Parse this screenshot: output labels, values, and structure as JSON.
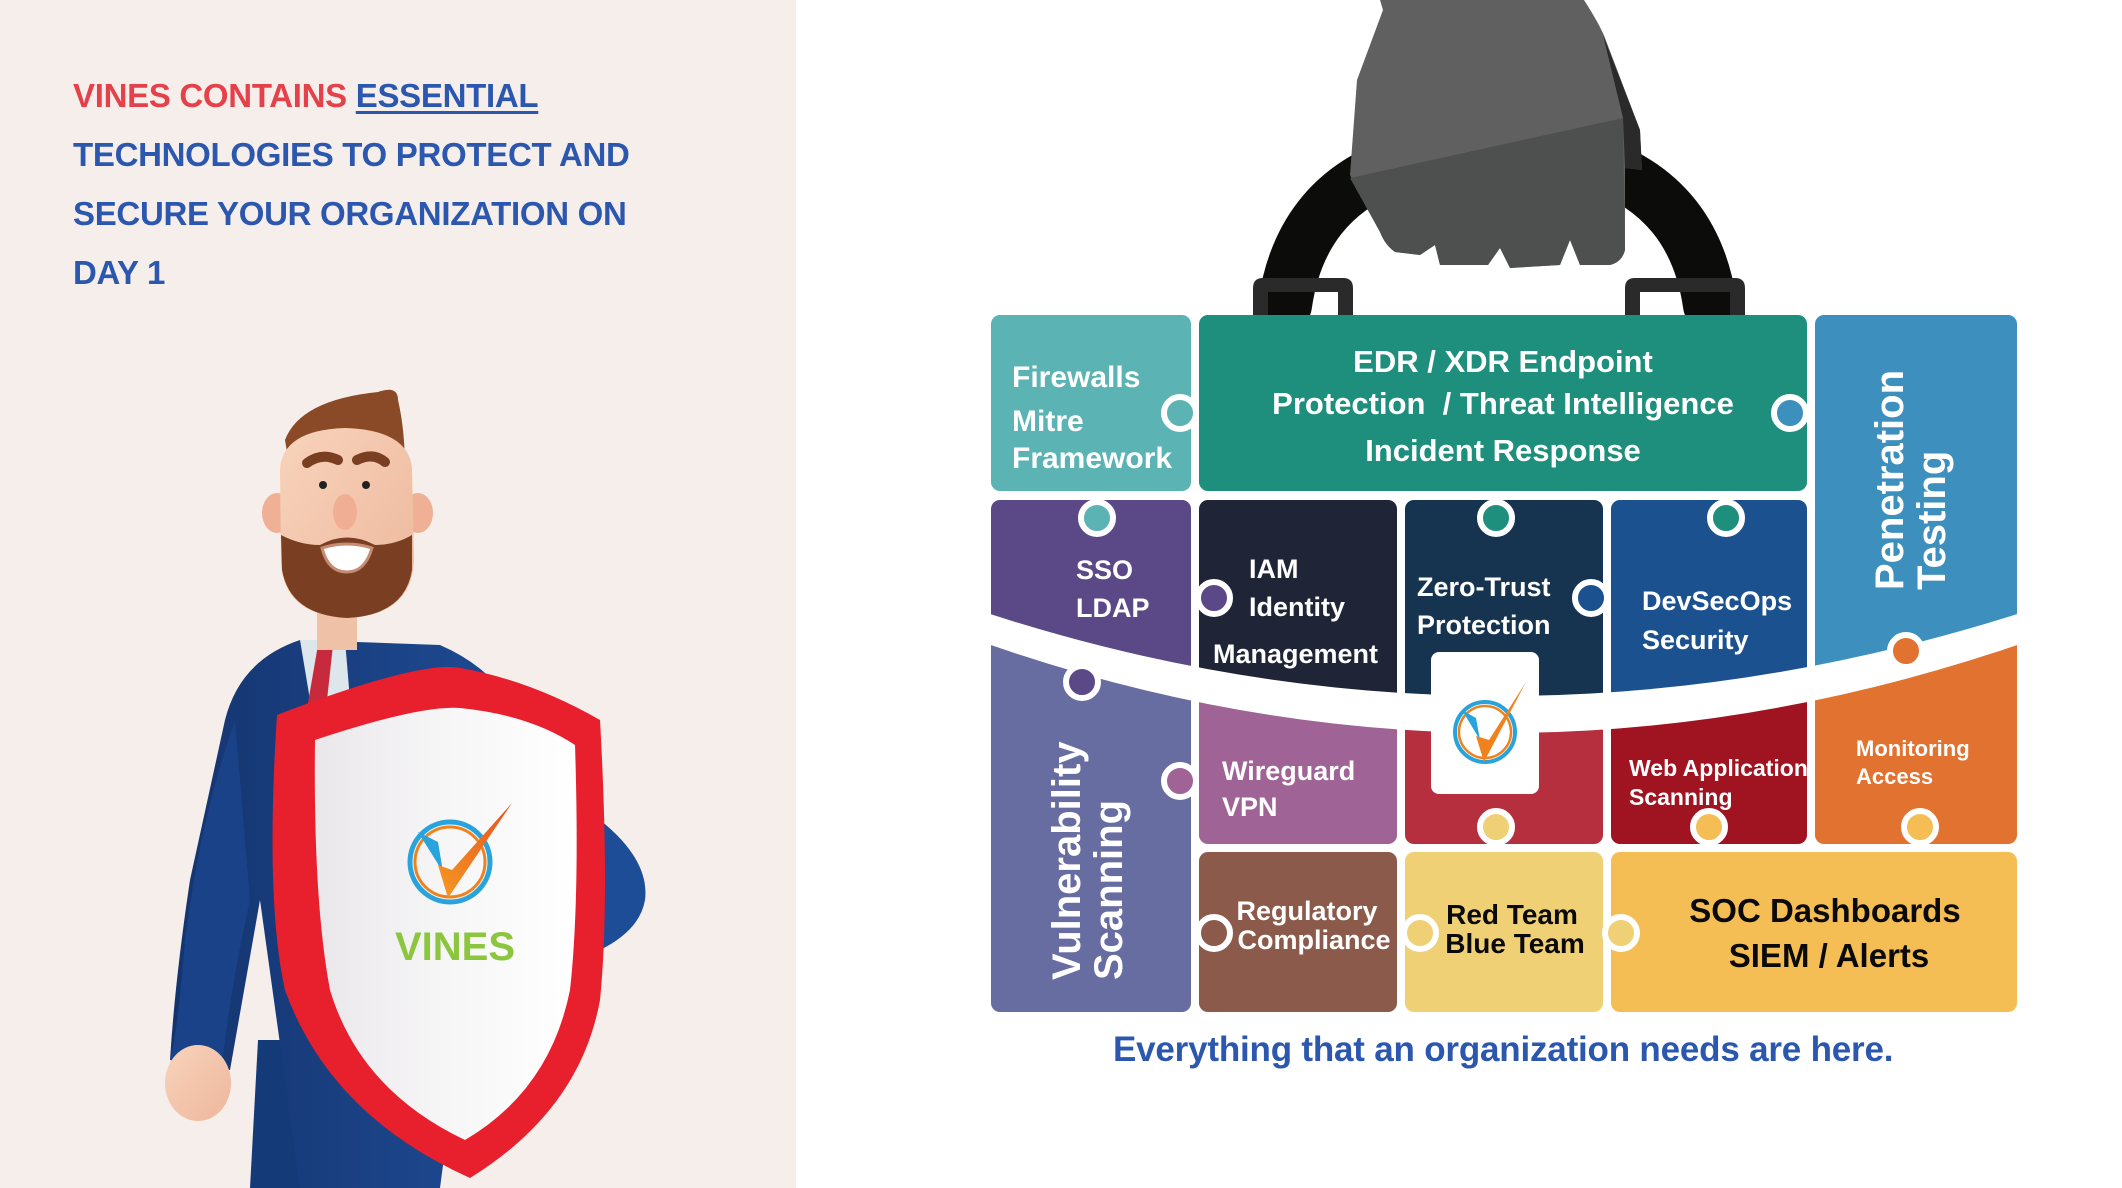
{
  "headline": {
    "part_red": "VINES CONTAINS",
    "part_underlined": "ESSENTIAL",
    "line2": "TECHNOLOGIES TO PROTECT AND",
    "line3": "SECURE YOUR ORGANIZATION ON",
    "line4": "DAY 1"
  },
  "mascot": {
    "shield_logo_text": "VINES"
  },
  "briefcase": {
    "tiles": {
      "firewalls": {
        "lines": [
          "Firewalls",
          "Mitre",
          "Framework"
        ],
        "color": "#5BB4B3"
      },
      "edr": {
        "lines": [
          "EDR / XDR Endpoint",
          "Protection  / Threat Intelligence",
          "Incident Response"
        ],
        "color": "#1E8F7C"
      },
      "pentest": {
        "lines": [
          "Penetration",
          "Testing"
        ],
        "color": "#3D8FBE"
      },
      "sso": {
        "lines": [
          "SSO",
          "LDAP"
        ],
        "color": "#5B4886"
      },
      "iam": {
        "lines": [
          "IAM",
          "Identity",
          "Management"
        ],
        "color": "#1F2437"
      },
      "zerotrust": {
        "lines": [
          "Zero-Trust",
          "Protection"
        ],
        "color": "#16344F"
      },
      "devsecops": {
        "lines": [
          "DevSecOps",
          "Security"
        ],
        "color": "#1C5190"
      },
      "vuln": {
        "lines": [
          "Vulnerability",
          "Scanning"
        ],
        "color": "#676DA0"
      },
      "wireguard": {
        "lines": [
          "Wireguard",
          "VPN"
        ],
        "color": "#9F6396"
      },
      "center": {
        "color": "#B52F3F"
      },
      "webapp": {
        "lines": [
          "Web Application",
          "Scanning"
        ],
        "color": "#A01422"
      },
      "monitoring": {
        "lines": [
          "Monitoring",
          "Access"
        ],
        "color": "#E1722F"
      },
      "regulatory": {
        "lines": [
          "Regulatory",
          "Compliance"
        ],
        "color": "#8C5A4A"
      },
      "redblue": {
        "lines": [
          "Red Team",
          "Blue Team"
        ],
        "color": "#F0D074"
      },
      "soc": {
        "lines": [
          "SOC Dashboards",
          "SIEM / Alerts"
        ],
        "color": "#F5BE55"
      }
    }
  },
  "tagline": "Everything that an organization needs are here.",
  "colors": {
    "left_bg": "#F6EEEA",
    "headline_blue": "#2B57AE",
    "headline_red": "#E5414B",
    "logo_green": "#8CC63F",
    "logo_orange": "#F0821E",
    "logo_blue": "#29A3DC"
  }
}
